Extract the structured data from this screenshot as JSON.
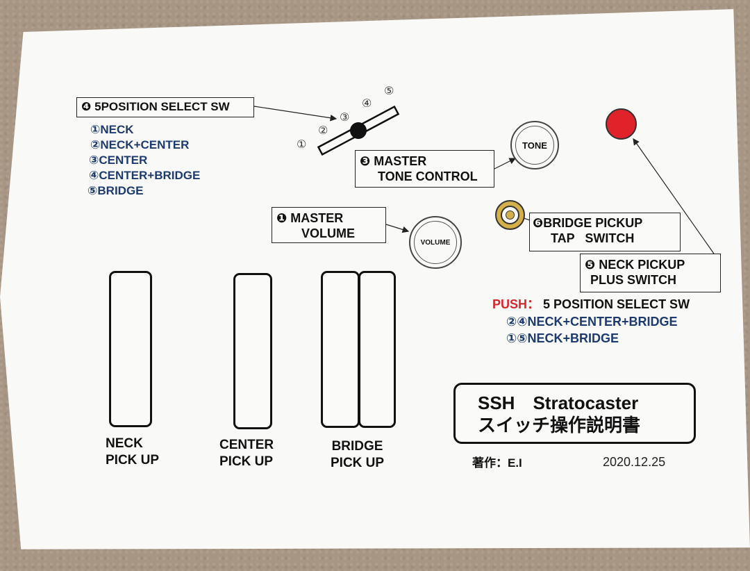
{
  "selector": {
    "title": "❹ 5POSITION SELECT SW",
    "positions": [
      "①NECK",
      "②NECK+CENTER",
      "③CENTER",
      "④CENTER+BRIDGE",
      "⑤BRIDGE"
    ],
    "marks": [
      "①",
      "②",
      "③",
      "④",
      "⑤"
    ]
  },
  "tone": {
    "line1": "❸ MASTER",
    "line2": "TONE CONTROL",
    "knob_label": "TONE"
  },
  "volume": {
    "line1": "❶ MASTER",
    "line2": "VOLUME",
    "knob_label": "VOLUME"
  },
  "bridge_tap": {
    "line1": "❻BRIDGE PICKUP",
    "line2": "TAP SWITCH"
  },
  "neck_plus": {
    "line1": "❺ NECK PICKUP",
    "line2": "PLUS SWITCH"
  },
  "push": {
    "prefix": "PUSH：",
    "title": "5 POSITION SELECT SW",
    "items": [
      "②④NECK+CENTER+BRIDGE",
      "①⑤NECK+BRIDGE"
    ]
  },
  "pickups": {
    "neck": [
      "NECK",
      "PICK UP"
    ],
    "center": [
      "CENTER",
      "PICK UP"
    ],
    "bridge": [
      "BRIDGE",
      "PICK UP"
    ]
  },
  "title_box": {
    "line1": "SSH　Stratocaster",
    "line2": "スイッチ操作説明書"
  },
  "author": "著作：E.I",
  "date": "2020.12.25",
  "colors": {
    "navy_text": "#1d3b6e",
    "red_text": "#d8272c",
    "red_button": "#e0232b",
    "tap_switch_gold": "#d4b04a"
  }
}
